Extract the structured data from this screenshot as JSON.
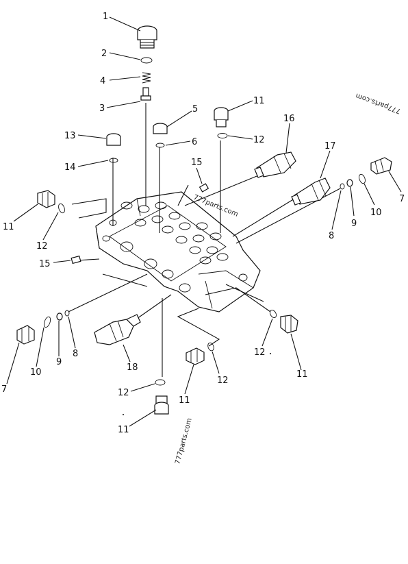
{
  "labels": {
    "p1": "1",
    "p2": "2",
    "p4": "4",
    "p3": "3",
    "p5": "5",
    "p6": "6",
    "p11_top": "11",
    "p12_top": "12",
    "p13": "13",
    "p14": "14",
    "p15_mid": "15",
    "p16": "16",
    "p17": "17",
    "p7_right": "7",
    "p10_right": "10",
    "p9_right": "9",
    "p8_right": "8",
    "p11_left": "11",
    "p12_left": "12",
    "p15_left": "15",
    "p7_left": "7",
    "p10_left": "10",
    "p9_left": "9",
    "p8_left": "8",
    "p18": "18",
    "p12_rightlow": "12",
    "p11_rightlow": "11",
    "p12_bottom_mid": "12",
    "p11_bottom_mid": "11",
    "p12_bottom": "12",
    "p11_bottom": "11"
  },
  "watermarks": {
    "top_right": "777parts.com",
    "center": "777parts.com",
    "bottom": "777parts.com"
  }
}
